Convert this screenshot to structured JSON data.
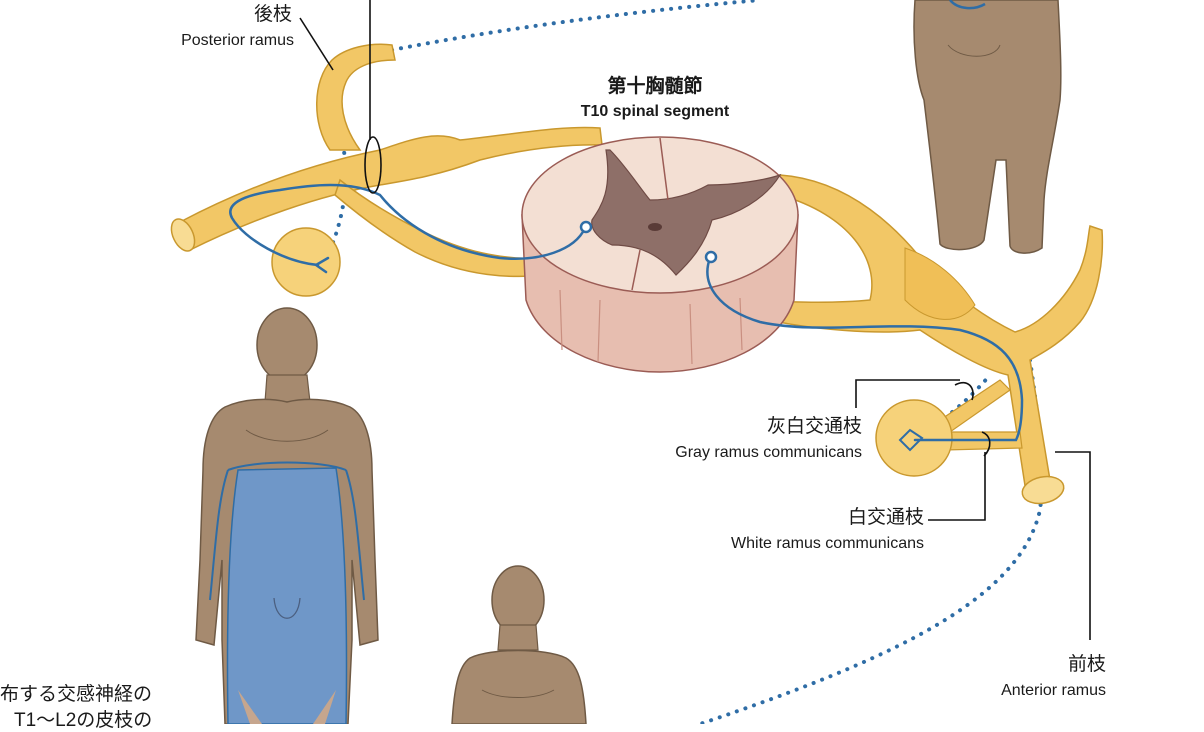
{
  "labels": {
    "posterior_ramus": {
      "ja": "後枝",
      "en": "Posterior ramus"
    },
    "segment": {
      "ja": "第十胸髄節",
      "en": "T10 spinal segment"
    },
    "gray_ramus": {
      "ja": "灰白交通枝",
      "en": "Gray ramus communicans"
    },
    "white_ramus": {
      "ja": "白交通枝",
      "en": "White ramus communicans"
    },
    "anterior_ramus": {
      "ja": "前枝",
      "en": "Anterior ramus"
    },
    "caption": {
      "line1": "布する交感神経の",
      "line2": "T1〜L2の皮枝の"
    }
  },
  "colors": {
    "nerve": "#f2c766",
    "nerve_outline": "#c9982e",
    "axon": "#2f6da6",
    "cord_white": "#f3dfd3",
    "cord_gray": "#8e6f68",
    "cord_side": "#e7beb0",
    "body_skin": "#a68a6f",
    "dermatome": "#6f97c8"
  }
}
